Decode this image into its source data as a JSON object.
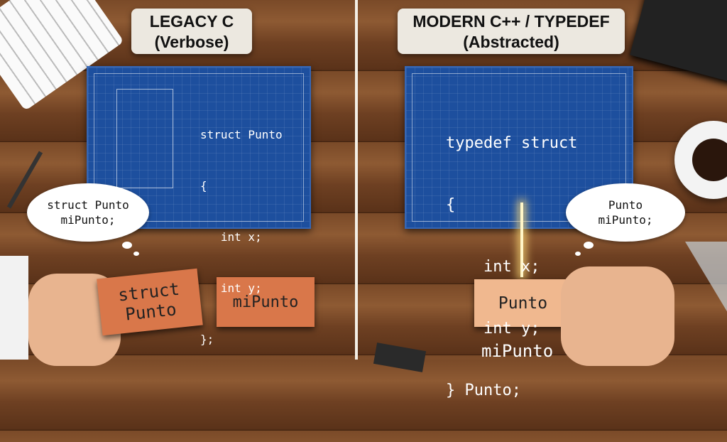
{
  "left": {
    "title": "LEGACY C",
    "subtitle": "(Verbose)",
    "code": [
      "struct Punto",
      "{",
      "   int x;",
      "   int y;",
      "};"
    ],
    "bubble": [
      "struct Punto",
      "miPunto;"
    ],
    "bricks": [
      [
        "struct",
        "Punto"
      ],
      [
        "miPunto"
      ]
    ]
  },
  "right": {
    "title": "MODERN C++ / TYPEDEF",
    "subtitle": "(Abstracted)",
    "code": [
      "typedef struct",
      "{",
      "    int x;",
      "    int y;",
      "} Punto;"
    ],
    "bubble": [
      "Punto",
      "miPunto;"
    ],
    "brick": "Punto",
    "label": "miPunto"
  },
  "colors": {
    "blueprint": "#1d4f9e",
    "brick_left": "#d9774a",
    "brick_right": "#f0b88f",
    "divider": "#f4efe6"
  }
}
